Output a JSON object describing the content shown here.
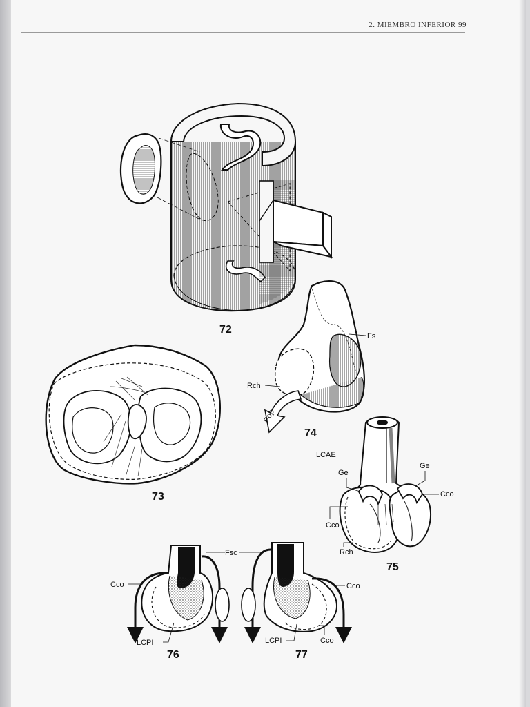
{
  "header": {
    "running_title": "2. MIEMBRO INFERIOR 99"
  },
  "figures": {
    "fig72": {
      "number": "72"
    },
    "fig73": {
      "number": "73"
    },
    "fig74": {
      "number": "74",
      "labels": {
        "fs": "Fs",
        "rch": "Rch",
        "pop": "Pop"
      }
    },
    "fig75": {
      "number": "75",
      "labels": {
        "lcae": "LCAE",
        "ge_left": "Ge",
        "ge_right": "Ge",
        "cco_right": "Cco",
        "cco_left": "Cco",
        "rch": "Rch"
      }
    },
    "fig76": {
      "number": "76",
      "labels": {
        "cco": "Cco",
        "lcpi": "LCPI"
      }
    },
    "fig77": {
      "number": "77",
      "labels": {
        "fsc": "Fsc",
        "cco_right": "Cco",
        "lcpi": "LCPI",
        "cco_bottom": "Cco"
      }
    }
  }
}
